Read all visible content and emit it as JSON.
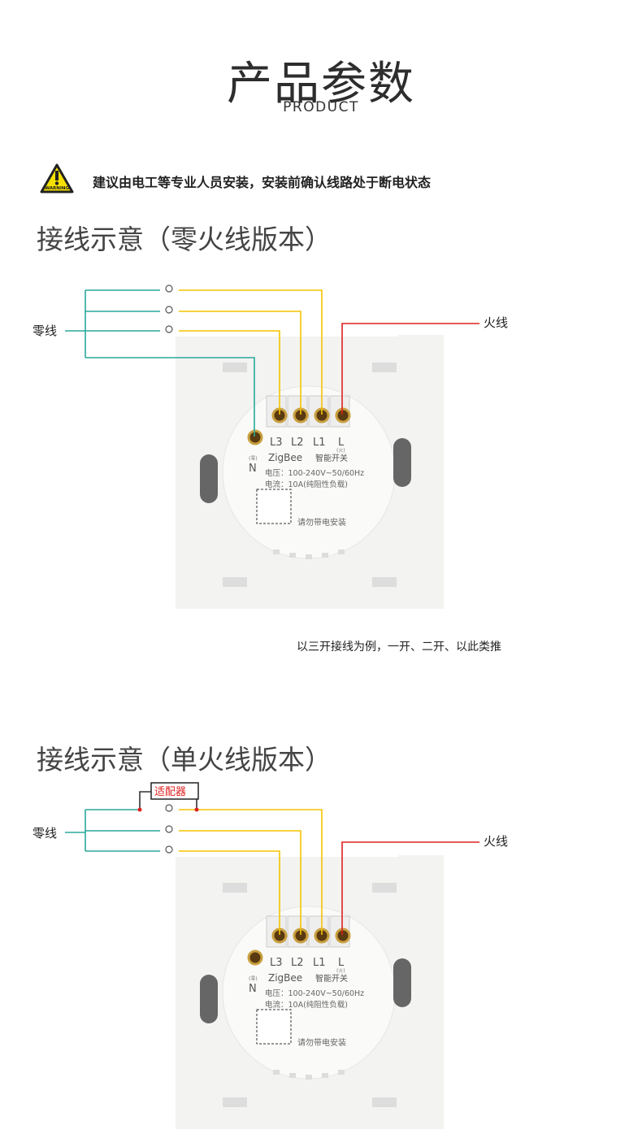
{
  "header": {
    "title": "产品参数",
    "subtitle": "PRODUCT"
  },
  "warning": {
    "icon": "warning-triangle-icon",
    "icon_label": "WARNING",
    "text": "建议由电工等专业人员安装，安装前确认线路处于断电状态"
  },
  "section1": {
    "heading": "接线示意（零火线版本）",
    "neutral_label": "零线",
    "live_label": "火线",
    "caption": "以三开接线为例，一开、二开、以此类推"
  },
  "section2": {
    "heading": "接线示意（单火线版本）",
    "neutral_label": "零线",
    "live_label": "火线",
    "adapter_label": "适配器"
  },
  "module": {
    "terminals": [
      "L3",
      "L2",
      "L1",
      "L"
    ],
    "terminal_l_sub": "(火)",
    "neutral": "N",
    "neutral_sub": "(零)",
    "brand": "ZigBee",
    "product": "智能开关",
    "voltage": "电压：100-240V~50/60Hz",
    "current": "电流：10A(纯阻性负载)",
    "notice": "请勿带电安装"
  },
  "colors": {
    "neutral_wire": "#2aa89a",
    "load_wire": "#f5c400",
    "live_wire": "#e02020",
    "adapter_text": "#e02020"
  }
}
